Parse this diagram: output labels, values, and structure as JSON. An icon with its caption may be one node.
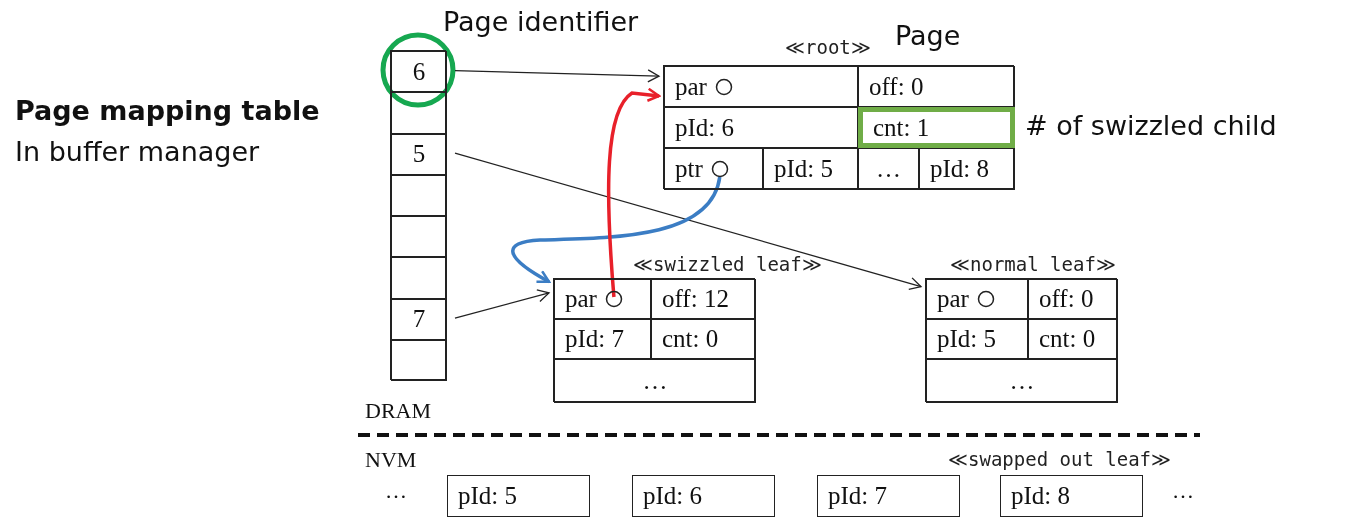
{
  "diagram": {
    "nodes": [
      {
        "text": [],
        "shape": "box"
      },
      {
        "text": [
          "6"
        ],
        "in": 0
      },
      {
        "text": [],
        "shape": "box",
        "in": 0
      },
      {
        "text": [
          "5"
        ],
        "in": 0
      },
      {
        "text": [],
        "shape": "box",
        "in": 0
      },
      {
        "text": [],
        "shape": "box",
        "in": 0
      },
      {
        "text": [],
        "shape": "box",
        "in": 0
      },
      {
        "text": [
          "7"
        ],
        "in": 0
      },
      {
        "text": [],
        "shape": "box",
        "in": 0
      },
      {
        "text": [],
        "shape": "box",
        "beside": [
          "≪root≫"
        ]
      },
      {
        "text": [
          "par"
        ],
        "in": 9
      },
      {
        "text": [
          "off: 0"
        ],
        "in": 9
      },
      {
        "text": [
          "pId: 6"
        ],
        "in": 9
      },
      {
        "text": [
          "cnt: 1"
        ],
        "in": 9
      },
      {
        "text": [
          "ptr"
        ],
        "in": 9
      },
      {
        "text": [
          "pId: 5"
        ],
        "in": 9
      },
      {
        "text": [
          "…"
        ],
        "in": 9
      },
      {
        "text": [
          "pId: 8"
        ],
        "in": 9
      },
      {
        "text": [],
        "shape": "box",
        "beside": [
          "≪swizzled leaf≫"
        ]
      },
      {
        "text": [
          "par"
        ],
        "in": 18
      },
      {
        "text": [
          "off: 12"
        ],
        "in": 18
      },
      {
        "text": [
          "pId: 7"
        ],
        "in": 18
      },
      {
        "text": [
          "cnt: 0"
        ],
        "in": 18
      },
      {
        "text": [
          "…"
        ],
        "in": 18
      },
      {
        "text": [],
        "shape": "box",
        "beside": [
          "≪normal leaf≫"
        ]
      },
      {
        "text": [
          "par"
        ],
        "in": 24
      },
      {
        "text": [
          "off: 0"
        ],
        "in": 24
      },
      {
        "text": [
          "pId: 5"
        ],
        "in": 24
      },
      {
        "text": [
          "cnt: 0"
        ],
        "in": 24
      },
      {
        "text": [
          "…"
        ],
        "in": 24
      },
      {
        "text": [
          "pId: 5"
        ]
      },
      {
        "text": [
          "pId: 6"
        ]
      },
      {
        "text": [
          "pId: 7"
        ]
      },
      {
        "text": [
          "pId: 8"
        ]
      }
    ],
    "edges": [
      {
        "from": 1,
        "to": 9,
        "arrow": "to"
      },
      {
        "from": 3,
        "to": 24,
        "arrow": "to"
      },
      {
        "from": 7,
        "to": 18,
        "arrow": "to"
      },
      {
        "from": 14,
        "to": 18,
        "arrow": "to",
        "style": "thick",
        "color": "#3b7dc4"
      },
      {
        "from": 19,
        "to": 9,
        "arrow": "to",
        "style": "thick",
        "color": "#e8202a"
      }
    ],
    "labels": [
      "Page identifier",
      "Page",
      "Page mapping table",
      "In buffer manager",
      "# of swizzled child",
      "DRAM",
      "NVM",
      "≪swapped out leaf≫",
      "…",
      "…"
    ]
  }
}
